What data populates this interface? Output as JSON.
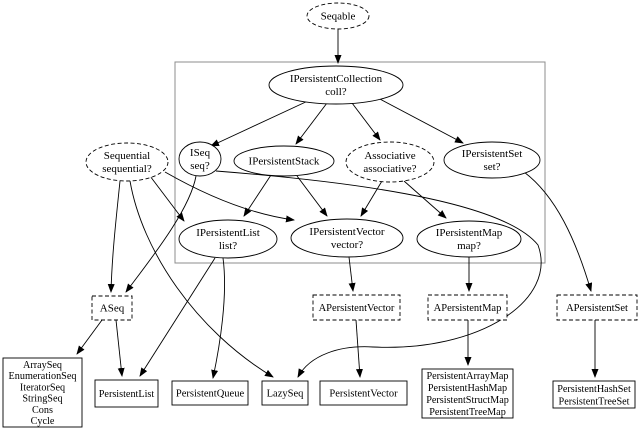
{
  "diagram": {
    "kind": "class-hierarchy-graph",
    "colors": {
      "background": "#ffffff",
      "line": "#000000",
      "frame": "#8c8c8c",
      "text": "#000000"
    },
    "nodes": [
      {
        "id": "seqable",
        "label": [
          "Seqable"
        ],
        "shape": "ellipse",
        "border": "dashed"
      },
      {
        "id": "coll",
        "label": [
          "IPersistentCollection",
          "coll?"
        ],
        "shape": "ellipse",
        "border": "solid"
      },
      {
        "id": "sequential",
        "label": [
          "Sequential",
          "sequential?"
        ],
        "shape": "ellipse",
        "border": "dashed"
      },
      {
        "id": "iseq",
        "label": [
          "ISeq",
          "seq?"
        ],
        "shape": "ellipse",
        "border": "solid"
      },
      {
        "id": "stack",
        "label": [
          "IPersistentStack"
        ],
        "shape": "ellipse",
        "border": "solid"
      },
      {
        "id": "associative",
        "label": [
          "Associative",
          "associative?"
        ],
        "shape": "ellipse",
        "border": "dashed"
      },
      {
        "id": "set",
        "label": [
          "IPersistentSet",
          "set?"
        ],
        "shape": "ellipse",
        "border": "solid"
      },
      {
        "id": "list",
        "label": [
          "IPersistentList",
          "list?"
        ],
        "shape": "ellipse",
        "border": "solid"
      },
      {
        "id": "vector",
        "label": [
          "IPersistentVector",
          "vector?"
        ],
        "shape": "ellipse",
        "border": "solid"
      },
      {
        "id": "map",
        "label": [
          "IPersistentMap",
          "map?"
        ],
        "shape": "ellipse",
        "border": "solid"
      },
      {
        "id": "aseq",
        "label": [
          "ASeq"
        ],
        "shape": "box",
        "border": "dashed"
      },
      {
        "id": "apvector",
        "label": [
          "APersistentVector"
        ],
        "shape": "box",
        "border": "dashed"
      },
      {
        "id": "apmap",
        "label": [
          "APersistentMap"
        ],
        "shape": "box",
        "border": "dashed"
      },
      {
        "id": "apset",
        "label": [
          "APersistentSet"
        ],
        "shape": "box",
        "border": "dashed"
      },
      {
        "id": "seqs",
        "label": [
          "ArraySeq",
          "EnumerationSeq",
          "IteratorSeq",
          "StringSeq",
          "Cons",
          "Cycle"
        ],
        "shape": "box",
        "border": "solid"
      },
      {
        "id": "plist",
        "label": [
          "PersistentList"
        ],
        "shape": "box",
        "border": "solid"
      },
      {
        "id": "pqueue",
        "label": [
          "PersistentQueue"
        ],
        "shape": "box",
        "border": "solid"
      },
      {
        "id": "lazyseq",
        "label": [
          "LazySeq"
        ],
        "shape": "box",
        "border": "solid"
      },
      {
        "id": "pvector",
        "label": [
          "PersistentVector"
        ],
        "shape": "box",
        "border": "solid"
      },
      {
        "id": "maps",
        "label": [
          "PersistentArrayMap",
          "PersistentHashMap",
          "PersistentStructMap",
          "PersistentTreeMap"
        ],
        "shape": "box",
        "border": "solid"
      },
      {
        "id": "sets",
        "label": [
          "PersistentHashSet",
          "PersistentTreeSet"
        ],
        "shape": "box",
        "border": "solid"
      }
    ],
    "edges": [
      {
        "from": "seqable",
        "to": "coll"
      },
      {
        "from": "coll",
        "to": "iseq"
      },
      {
        "from": "coll",
        "to": "stack"
      },
      {
        "from": "coll",
        "to": "associative"
      },
      {
        "from": "coll",
        "to": "set"
      },
      {
        "from": "stack",
        "to": "list"
      },
      {
        "from": "stack",
        "to": "vector"
      },
      {
        "from": "associative",
        "to": "vector"
      },
      {
        "from": "associative",
        "to": "map"
      },
      {
        "from": "sequential",
        "to": "list"
      },
      {
        "from": "sequential",
        "to": "vector"
      },
      {
        "from": "sequential",
        "to": "aseq"
      },
      {
        "from": "iseq",
        "to": "aseq"
      },
      {
        "from": "sequential",
        "to": "lazyseq"
      },
      {
        "from": "iseq",
        "to": "lazyseq"
      },
      {
        "from": "list",
        "to": "plist"
      },
      {
        "from": "list",
        "to": "pqueue"
      },
      {
        "from": "aseq",
        "to": "plist"
      },
      {
        "from": "aseq",
        "to": "seqs"
      },
      {
        "from": "vector",
        "to": "apvector"
      },
      {
        "from": "apvector",
        "to": "pvector"
      },
      {
        "from": "map",
        "to": "apmap"
      },
      {
        "from": "apmap",
        "to": "maps"
      },
      {
        "from": "set",
        "to": "apset"
      },
      {
        "from": "apset",
        "to": "sets"
      }
    ]
  }
}
